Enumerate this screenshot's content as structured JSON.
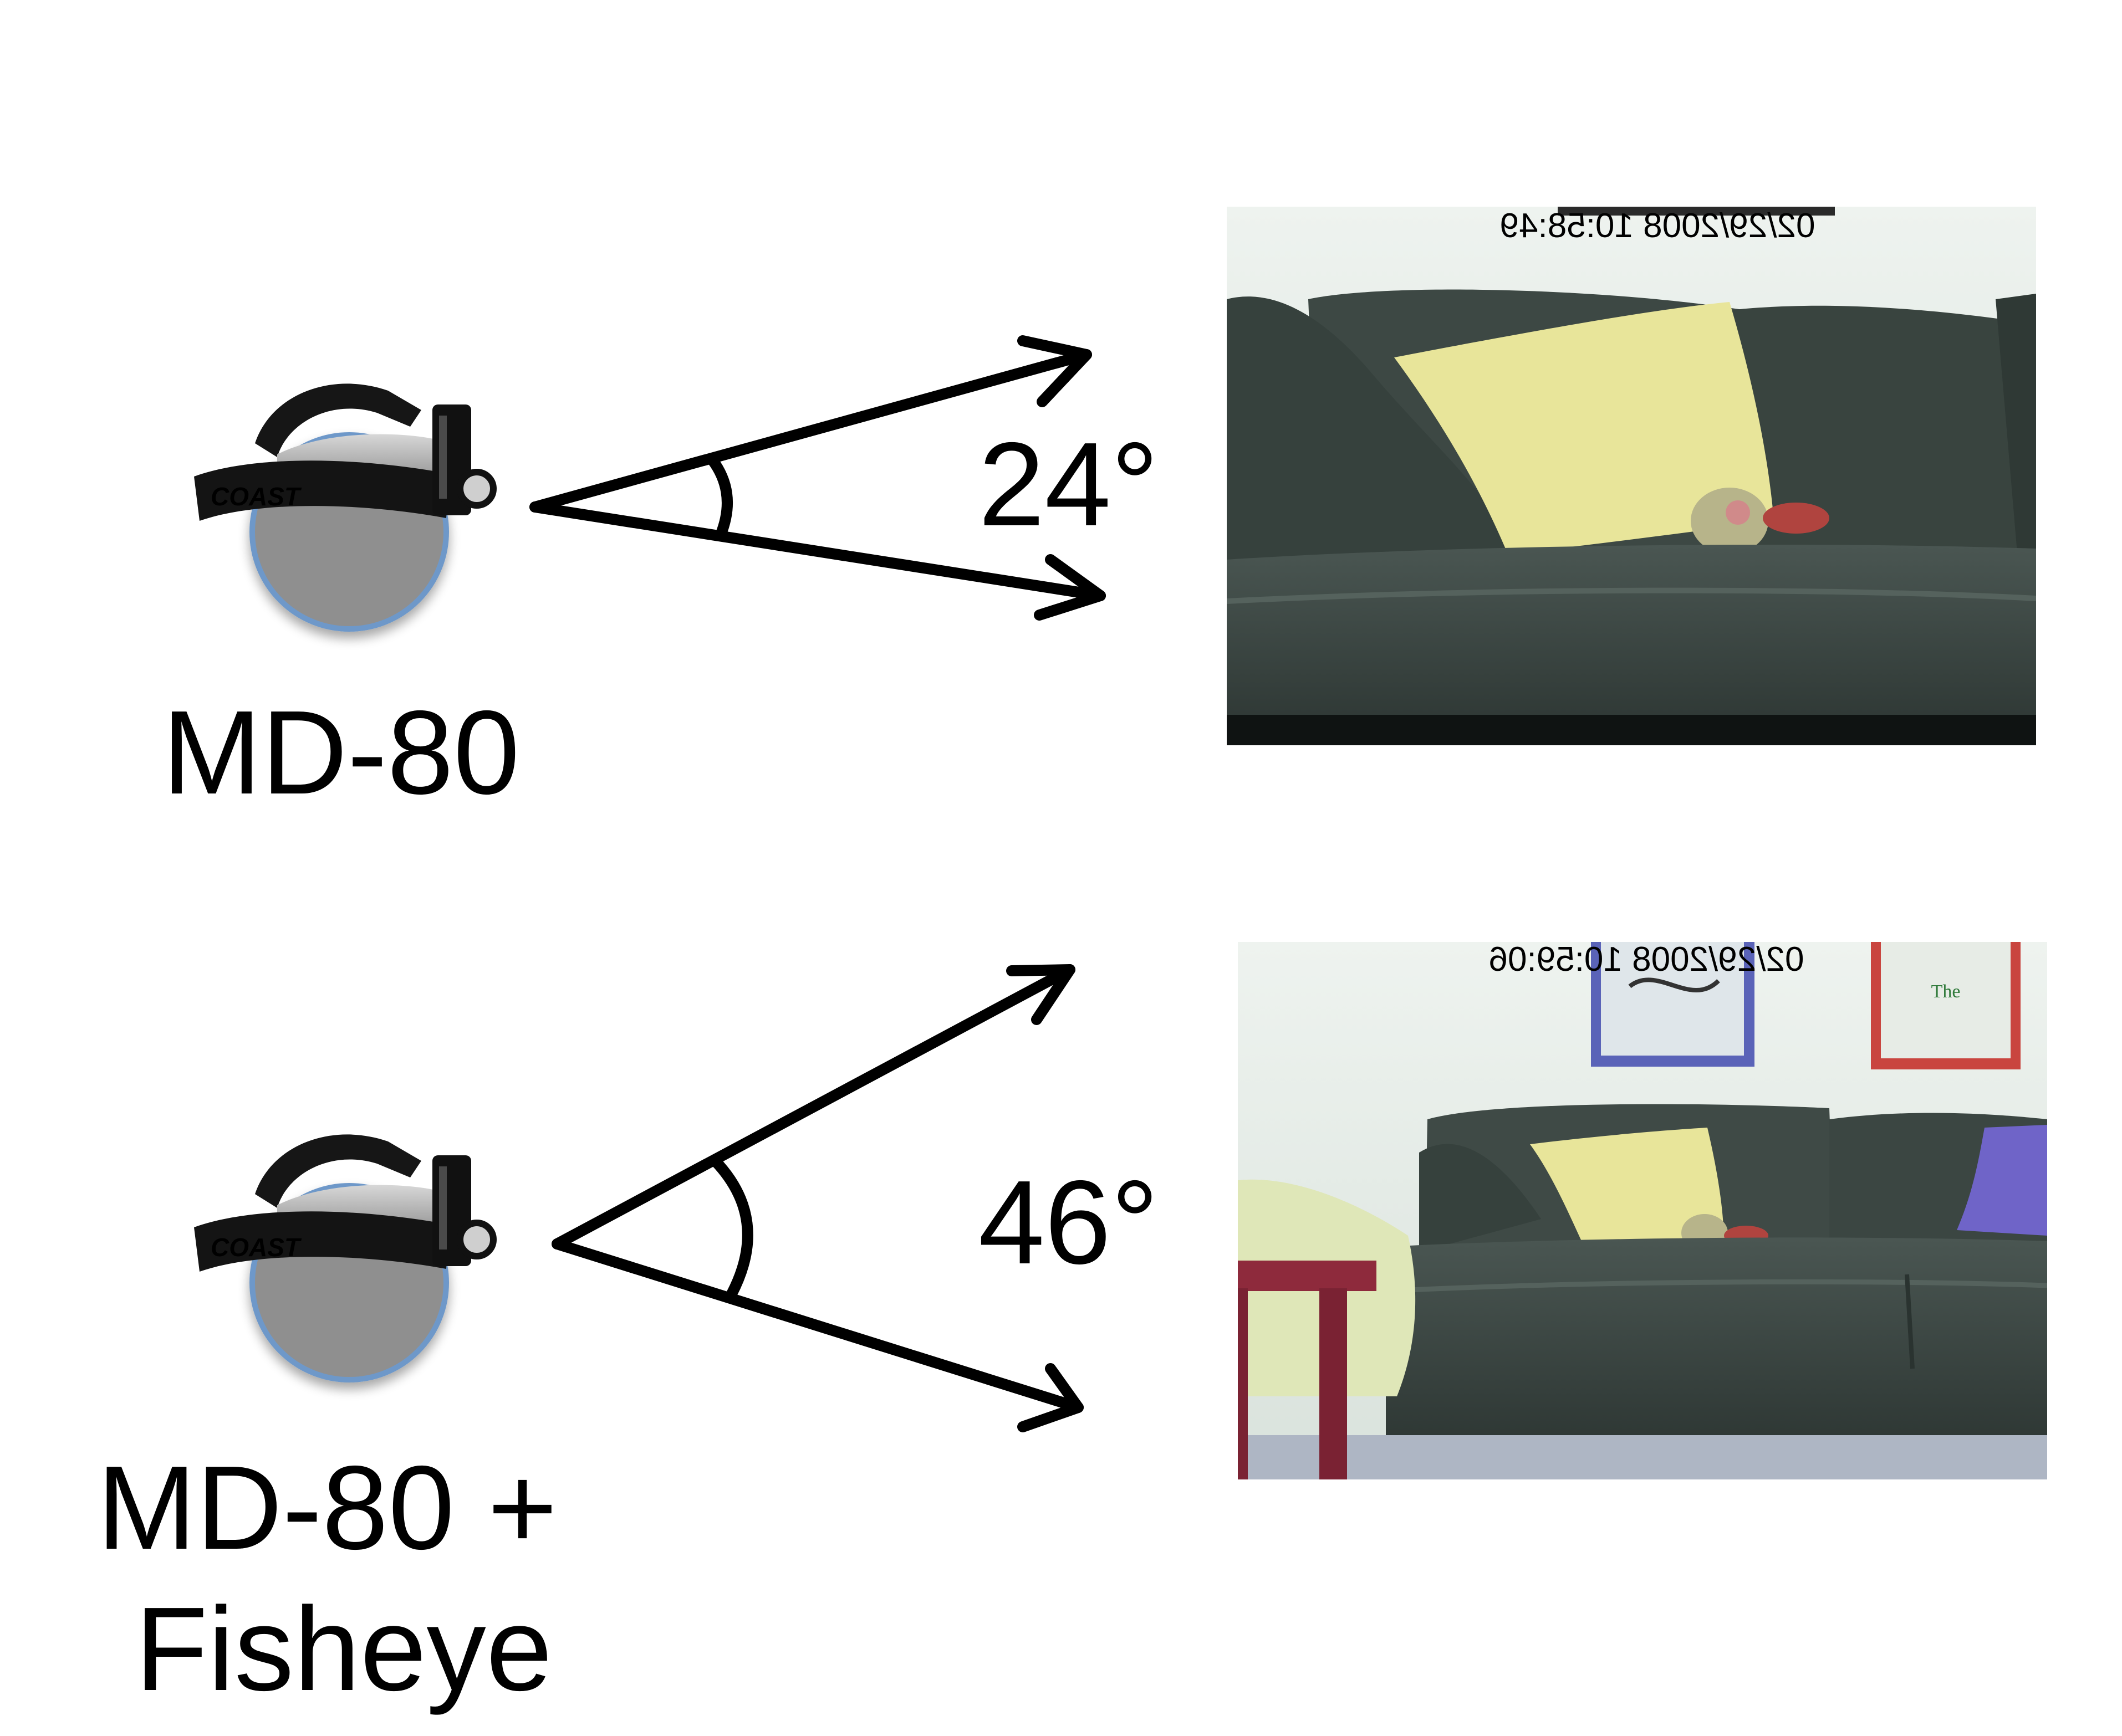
{
  "rows": [
    {
      "label_lines": [
        "MD-80"
      ],
      "angle_label": "24°",
      "photo_timestamp": "02/29/2008 10:58:49"
    },
    {
      "label_lines": [
        "MD-80 +",
        "Fisheye"
      ],
      "angle_label": "46°",
      "photo_timestamp": "02/29/2008 10:59:06"
    }
  ],
  "headband_brand": "COAST",
  "colors": {
    "ink": "#000000",
    "head_fill": "#8f8f8f",
    "head_outline": "#6e98c9",
    "timestamp": "#e6e23a",
    "wall": "#e6ece7",
    "couch": "#3f4a46",
    "couch_dark": "#262f2c",
    "pillow_yellow": "#e8e59a",
    "pillow_purple": "#6f64c8",
    "table_red": "#8e2a3c",
    "frame_blue": "#5a63b8",
    "frame_red": "#c9453f"
  },
  "icons": [
    "headband-camera-icon",
    "camera-lens-icon"
  ]
}
